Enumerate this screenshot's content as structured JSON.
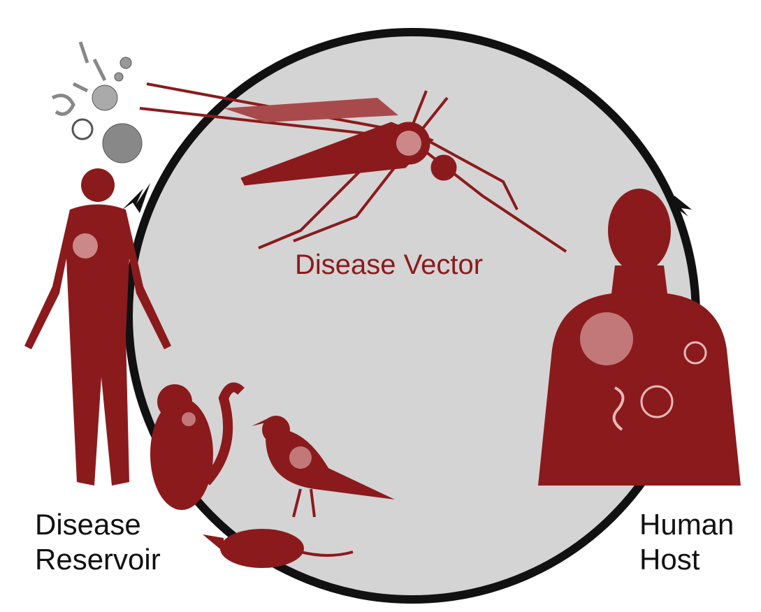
{
  "labels": {
    "vector": "Disease Vector",
    "reservoir_line1": "Disease",
    "reservoir_line2": "Reservoir",
    "host_line1": "Human",
    "host_line2": "Host"
  },
  "colors": {
    "figure_red": "#8b1a1c",
    "circle_fill": "#d4d4d4",
    "circle_stroke": "#111111",
    "pathogen_gray": "#7a7a7a"
  },
  "icons": [
    "mosquito-icon",
    "human-figure-icon",
    "monkey-icon",
    "bird-icon",
    "rat-icon",
    "human-torso-icon",
    "virus-icon",
    "pathogens-icon",
    "cycle-arrow-icon"
  ]
}
